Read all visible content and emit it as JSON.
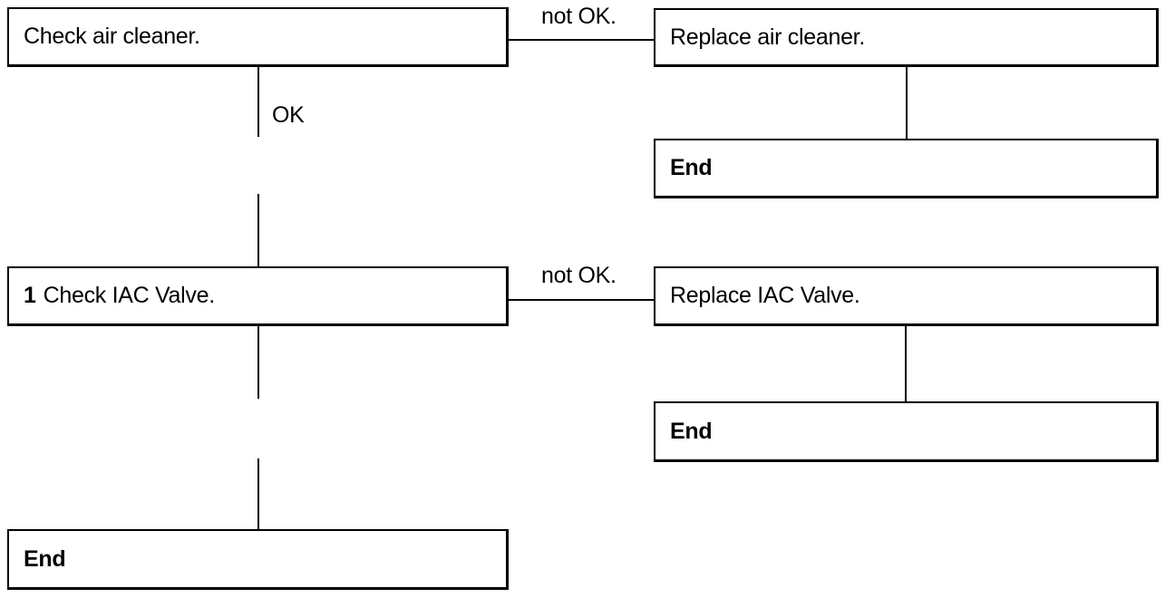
{
  "steps": [
    {
      "number": "",
      "text": "Check air cleaner.",
      "not_ok_label": "not OK.",
      "ok_label": "OK",
      "action": "Replace air cleaner.",
      "action_end": "End"
    },
    {
      "number": "1",
      "text": "Check IAC Valve.",
      "not_ok_label": "not OK.",
      "action": "Replace IAC Valve.",
      "action_end": "End"
    }
  ],
  "final_end": "End"
}
